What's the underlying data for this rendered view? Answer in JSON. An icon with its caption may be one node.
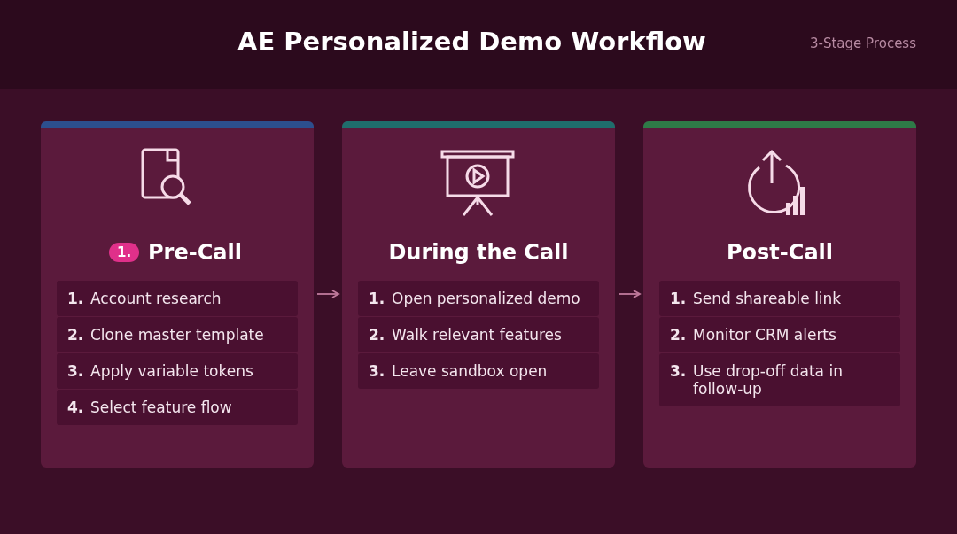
{
  "diagram": {
    "title": "AE Personalized Demo Workflow",
    "nodes": [
      {
        "text": [
          "Pre-Call"
        ]
      },
      {
        "text": [
          "1."
        ],
        "in": 0
      },
      {
        "text": [
          "1.",
          "Account research"
        ],
        "in": 0
      },
      {
        "text": [
          "2.",
          "Clone master template"
        ],
        "in": 0
      },
      {
        "text": [
          "3.",
          "Apply variable tokens"
        ],
        "in": 0
      },
      {
        "text": [
          "4.",
          "Select feature flow"
        ],
        "in": 0
      },
      {
        "text": [
          "During the Call"
        ]
      },
      {
        "text": [
          "1.",
          "Open personalized demo"
        ],
        "in": 6
      },
      {
        "text": [
          "2.",
          "Walk relevant features"
        ],
        "in": 6
      },
      {
        "text": [
          "3.",
          "Leave sandbox open"
        ],
        "in": 6
      },
      {
        "text": [
          "Post-Call"
        ]
      },
      {
        "text": [
          "1.",
          "Send shareable link"
        ],
        "in": 10
      },
      {
        "text": [
          "2.",
          "Monitor CRM alerts"
        ],
        "in": 10
      },
      {
        "text": [
          "3.",
          "Use drop-off data in follow-up"
        ],
        "in": 10
      }
    ],
    "edges": [
      {
        "from": 0,
        "to": 6,
        "arrow": "to"
      },
      {
        "from": 6,
        "to": 10,
        "arrow": "to"
      }
    ],
    "labels": [
      "3-Stage Process"
    ]
  }
}
